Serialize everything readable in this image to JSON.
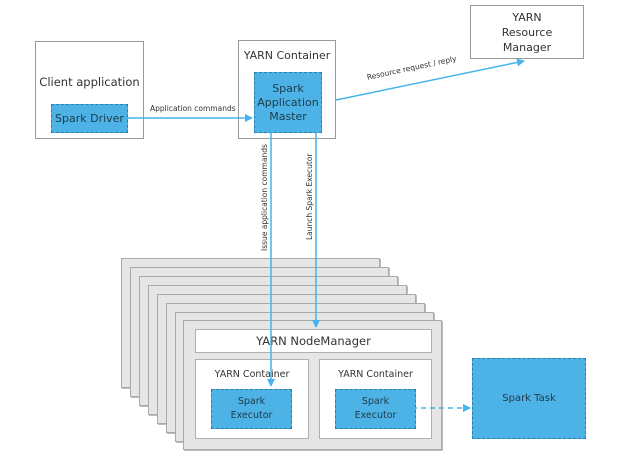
{
  "diagram": {
    "client": {
      "title": "Client application",
      "driver": "Spark Driver"
    },
    "am_container": {
      "title": "YARN Container",
      "master": "Spark Application Master"
    },
    "resource_manager": {
      "title": "YARN Resource Manager"
    },
    "node": {
      "stack_count": 8,
      "node_manager": "YARN NodeManager",
      "containers": [
        {
          "title": "YARN Container",
          "executor": "Spark Executor"
        },
        {
          "title": "YARN Container",
          "executor": "Spark Executor"
        }
      ]
    },
    "task": "Spark Task",
    "edges": {
      "app_commands": "Application commands",
      "resource_req": "Resource request / reply",
      "issue_cmds": "Issue application commands",
      "launch_exec": "Launch Spark Executor"
    },
    "colors": {
      "accent": "#4db3e6",
      "arrow": "#45b4ea",
      "layer": "#e6e6e6"
    }
  }
}
